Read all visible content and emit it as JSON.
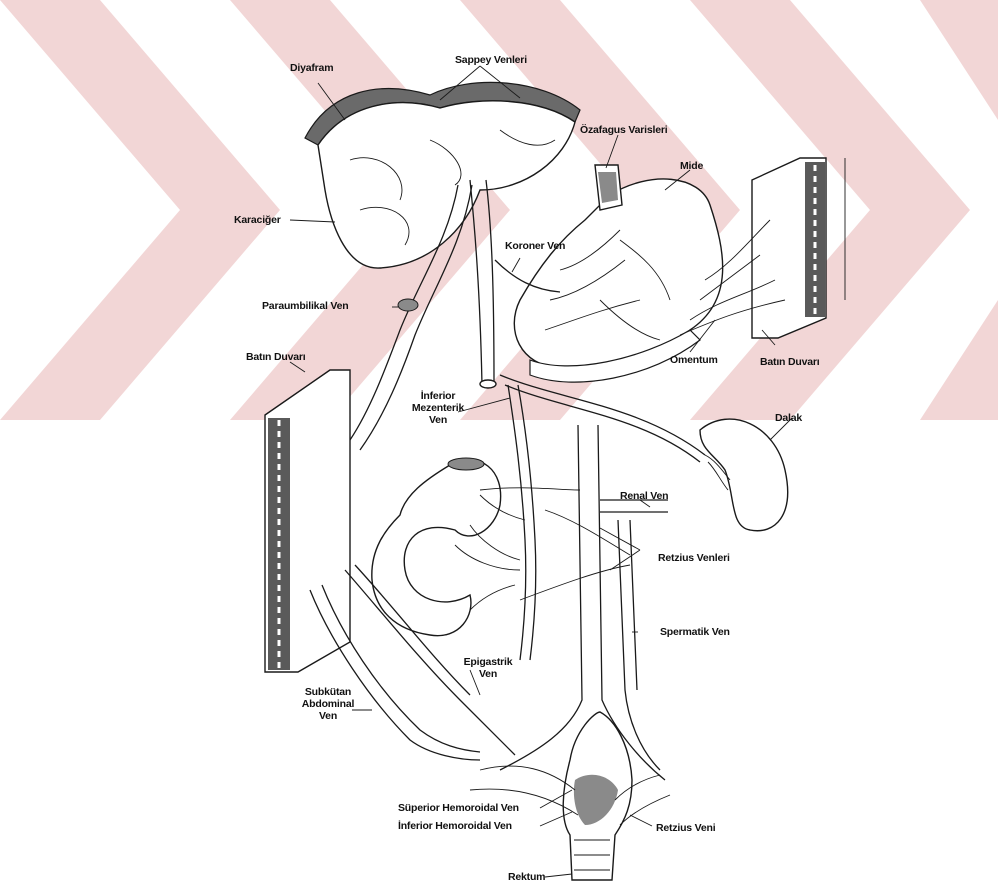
{
  "watermark_color": "#f2d6d6",
  "ink_color": "#1a1a1a",
  "labels": {
    "diyafram": "Diyafram",
    "sappey": "Sappey Venleri",
    "ozofagus": "Özafagus Varisleri",
    "mide": "Mide",
    "karaciger": "Karaciğer",
    "koroner": "Koroner Ven",
    "paraumbilikal": "Paraumbilikal Ven",
    "batin_duvari_left": "Batın Duvarı",
    "omentum": "Omentum",
    "batin_duvari_right": "Batın Duvarı",
    "inferior_mezenterik": "İnferior\nMezenterik\nVen",
    "dalak": "Dalak",
    "renal": "Renal Ven",
    "retzius_venleri": "Retzius Venleri",
    "spermatik": "Spermatik Ven",
    "epigastrik": "Epigastrik\nVen",
    "subkutan": "Subkütan\nAbdominal\nVen",
    "superior_hemoroidal": "Süperior Hemoroidal Ven",
    "inferior_hemoroidal": "İnferior Hemoroidal Ven",
    "retzius_veni": "Retzius Veni",
    "rektum": "Rektum"
  }
}
